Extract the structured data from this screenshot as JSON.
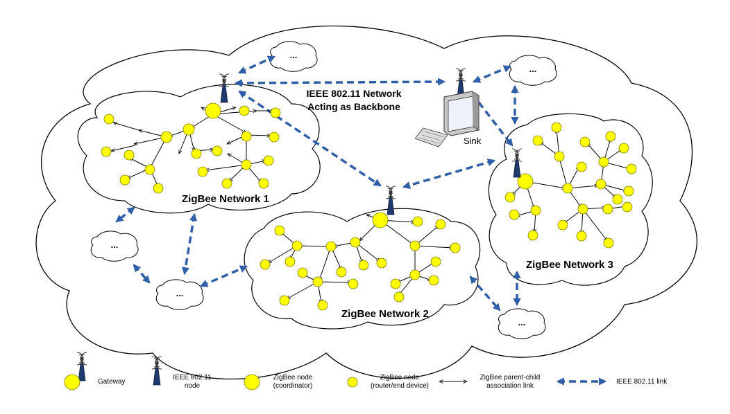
{
  "backbone_label": {
    "line1": "IEEE 802.11 Network",
    "line2": "Acting as Backbone"
  },
  "sink_label": "Sink",
  "networks": [
    {
      "id": "net1",
      "label": "ZigBee Network 1"
    },
    {
      "id": "net2",
      "label": "ZigBee Network 2"
    },
    {
      "id": "net3",
      "label": "ZigBee Network 3"
    }
  ],
  "other_networks_label": "...",
  "legend": {
    "gateway": "Gateway",
    "ieee_node": {
      "line1": "IEEE 802.11",
      "line2": "node"
    },
    "coordinator": {
      "line1": "ZigBee node",
      "line2": "(coordinator)"
    },
    "router": {
      "line1": "ZigBee node",
      "line2": "(router/end device)"
    },
    "parent_child": {
      "line1": "ZigBee parent-child",
      "line2": "association link"
    },
    "ieee_link": "IEEE 802.11 link"
  },
  "colors": {
    "node_fill": "#ffff00",
    "node_stroke": "#7f7f00",
    "link_blue": "#2e5fa8",
    "antenna_navy": "#1f3a6e"
  }
}
